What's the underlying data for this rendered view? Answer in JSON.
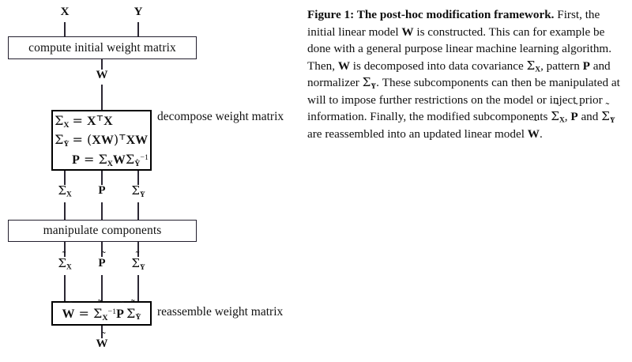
{
  "figure": {
    "caption": {
      "head": "Figure 1: The post-hoc modification framework.",
      "body_1": " First, the initial linear model ",
      "math_W_1": "W",
      "body_2": " is constructed. This can for example be done with a general purpose linear machine learning algorithm. Then, ",
      "math_W_2": "W",
      "body_3": " is decomposed into data covariance ",
      "math_SigmaX": "ΣX",
      "body_4": ", pattern ",
      "math_P": "P",
      "body_5": " and normalizer ",
      "math_SigmaYhat": "ΣŶ",
      "body_6": ". These subcomponents can then be manipulated at will to impose further restrictions on the model or inject prior information. Finally, the modified subcomponents ",
      "math_SigmaXt": "Σ̃X",
      "body_7": ", ",
      "math_Pt": "P̃",
      "body_8": " and ",
      "math_SigmaYhatt": "Σ̃Ŷ",
      "body_9": " are reassembled into an updated linear model ",
      "math_Wt": "W̃",
      "body_10": "."
    },
    "inputs": {
      "x_label": "X",
      "y_label": "Y"
    },
    "boxes": {
      "compute": "compute initial weight matrix",
      "manipulate": "manipulate components"
    },
    "equations": {
      "sigma_x": "ΣX = XᵀX",
      "sigma_yhat": "ΣŶ = (XW)ᵀXW",
      "pattern": "P = ΣXWΣŶ⁻¹",
      "reassemble": "W̃ = Σ̃X⁻¹ P̃ Σ̃Ŷ"
    },
    "side_notes": {
      "decompose": "decompose weight matrix",
      "reassemble": "reassemble weight matrix"
    },
    "wire_labels": {
      "w": "W",
      "sigma_x": "ΣX",
      "p": "P",
      "sigma_yhat": "ΣŶ",
      "sigma_x_tilde": "Σ̃X",
      "p_tilde": "P̃",
      "sigma_yhat_tilde": "Σ̃Ŷ",
      "w_tilde": "W̃"
    },
    "colors": {
      "ink": "#111111",
      "box_border": "#231f2e",
      "heavy_border": "#000000",
      "background": "#ffffff"
    }
  }
}
